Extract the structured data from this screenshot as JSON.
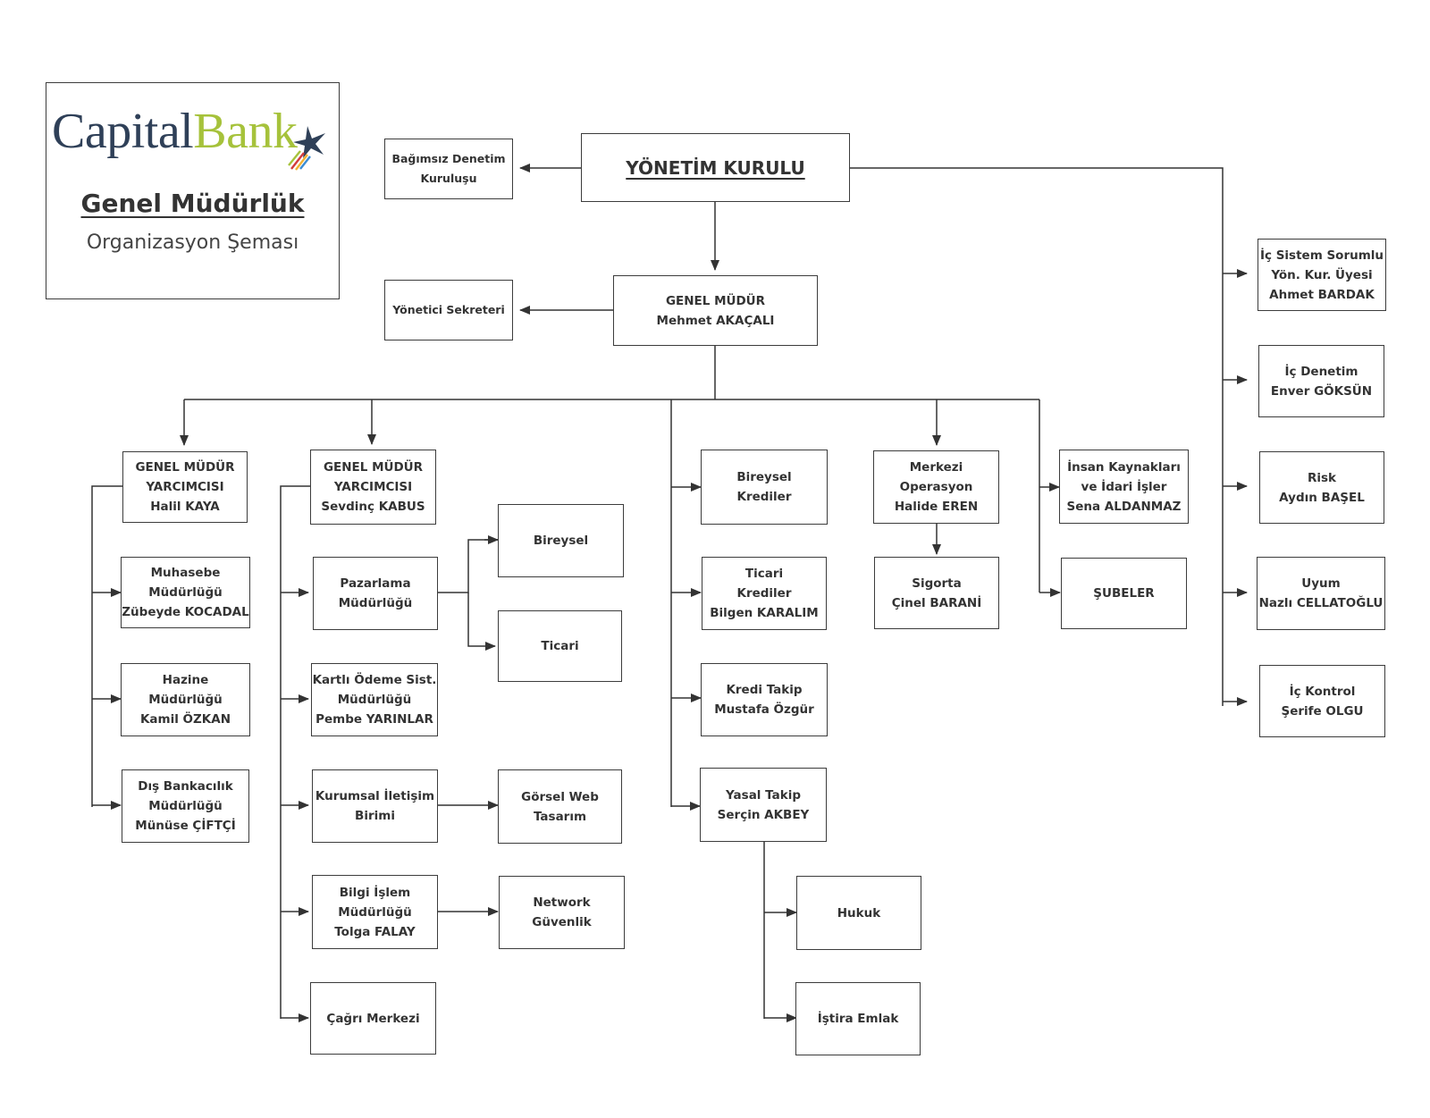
{
  "header": {
    "logo_capital": "Capital",
    "logo_bank": "Bank",
    "title": "Genel Müdürlük",
    "subtitle": "Organizasyon Şeması"
  },
  "colors": {
    "line": "#333333",
    "logo_navy": "#2f4058",
    "logo_green": "#a6c23b"
  },
  "nodes": {
    "yonetim_kurulu": [
      "YÖNETİM KURULU"
    ],
    "bagimsiz_denetim": [
      "Bağımsız Denetim",
      "Kuruluşu"
    ],
    "genel_mudur": [
      "GENEL MÜDÜR",
      "Mehmet AKAÇALI"
    ],
    "yonetici_sekreteri": [
      "Yönetici Sekreteri"
    ],
    "gmy_halil": [
      "GENEL MÜDÜR",
      "YARCIMCISI",
      "Halil KAYA"
    ],
    "muhasebe": [
      "Muhasebe",
      "Müdürlüğü",
      "Zübeyde KOCADAL"
    ],
    "hazine": [
      "Hazine",
      "Müdürlüğü",
      "Kamil ÖZKAN"
    ],
    "dis_bankacilik": [
      "Dış Bankacılık",
      "Müdürlüğü",
      "Münüse ÇİFTÇİ"
    ],
    "gmy_sevdinc": [
      "GENEL MÜDÜR",
      "YARCIMCISI",
      "Sevdinç KABUS"
    ],
    "pazarlama": [
      "Pazarlama",
      "Müdürlüğü"
    ],
    "bireysel": [
      "Bireysel"
    ],
    "ticari": [
      "Ticari"
    ],
    "kartli_odeme": [
      "Kartlı Ödeme Sist.",
      "Müdürlüğü",
      "Pembe YARINLAR"
    ],
    "kurumsal_iletisim": [
      "Kurumsal İletişim",
      "Birimi"
    ],
    "gorsel_web": [
      "Görsel Web",
      "Tasarım"
    ],
    "bilgi_islem": [
      "Bilgi İşlem",
      "Müdürlüğü",
      "Tolga FALAY"
    ],
    "network": [
      "Network",
      "Güvenlik"
    ],
    "cagri_merkezi": [
      "Çağrı Merkezi"
    ],
    "bireysel_krediler": [
      "Bireysel",
      "Krediler"
    ],
    "ticari_krediler": [
      "Ticari",
      "Krediler",
      "Bilgen KARALIM"
    ],
    "kredi_takip": [
      "Kredi Takip",
      "Mustafa Özgür"
    ],
    "yasal_takip": [
      "Yasal Takip",
      "Serçin AKBEY"
    ],
    "hukuk": [
      "Hukuk"
    ],
    "istira_emlak": [
      "İştira Emlak"
    ],
    "merkezi_operasyon": [
      "Merkezi",
      "Operasyon",
      "Halide EREN"
    ],
    "sigorta": [
      "Sigorta",
      "Çinel BARANİ"
    ],
    "insan_kaynaklari": [
      "İnsan Kaynakları",
      "ve İdari İşler",
      "Sena ALDANMAZ"
    ],
    "subeler": [
      "ŞUBELER"
    ],
    "ic_sistem": [
      "İç Sistem Sorumlu",
      "Yön. Kur. Üyesi",
      "Ahmet BARDAK"
    ],
    "ic_denetim": [
      "İç Denetim",
      "Enver GÖKSÜN"
    ],
    "risk": [
      "Risk",
      "Aydın BAŞEL"
    ],
    "uyum": [
      "Uyum",
      "Nazlı CELLATOĞLU"
    ],
    "ic_kontrol": [
      "İç Kontrol",
      "Şerife OLGU"
    ]
  }
}
